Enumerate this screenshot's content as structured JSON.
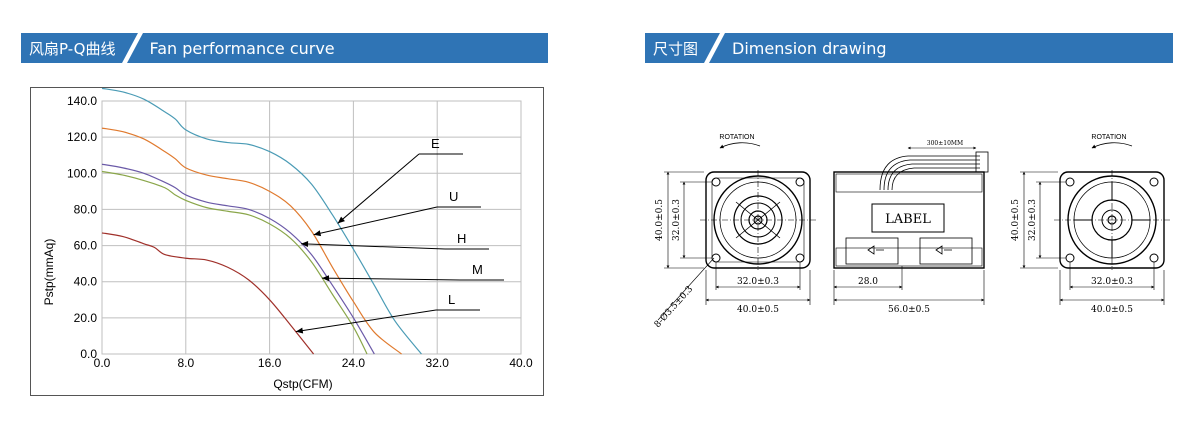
{
  "left_header": {
    "zh": "风扇P-Q曲线",
    "en": "Fan performance curve"
  },
  "right_header": {
    "zh": "尺寸图",
    "en": "Dimension drawing"
  },
  "chart_data": {
    "type": "line",
    "xlabel": "Qstp(CFM)",
    "ylabel": "Pstp(mmAq)",
    "xlim": [
      0,
      40
    ],
    "ylim": [
      0,
      140
    ],
    "xticks": [
      "0.0",
      "8.0",
      "16.0",
      "24.0",
      "32.0",
      "40.0"
    ],
    "yticks": [
      "0.0",
      "20.0",
      "40.0",
      "60.0",
      "80.0",
      "100.0",
      "120.0",
      "140.0"
    ],
    "grid": true,
    "series": [
      {
        "name": "E",
        "color": "#4a9bb5",
        "x": [
          0,
          2,
          4,
          6,
          7,
          8,
          10,
          12,
          14,
          16,
          18,
          20,
          22,
          24,
          26,
          28,
          30.5
        ],
        "y": [
          147,
          145,
          141,
          134,
          130,
          124,
          119,
          117,
          116,
          112,
          105,
          94,
          77,
          58,
          38,
          18,
          0
        ]
      },
      {
        "name": "U",
        "color": "#e07a2e",
        "x": [
          0,
          2,
          4,
          6,
          7,
          8,
          10,
          12,
          14,
          16,
          18,
          20,
          22,
          24,
          26,
          28.6
        ],
        "y": [
          125,
          123,
          119,
          112,
          108,
          103,
          99,
          97,
          95,
          90,
          82,
          68,
          48,
          29,
          12,
          0
        ]
      },
      {
        "name": "H",
        "color": "#6b5aa8",
        "x": [
          0,
          2,
          4,
          6,
          7,
          8,
          10,
          12,
          14,
          16,
          18,
          20,
          22,
          24,
          26
        ],
        "y": [
          105,
          103,
          100,
          95,
          92,
          88,
          84,
          82,
          80,
          75,
          67,
          55,
          38,
          20,
          0
        ]
      },
      {
        "name": "M",
        "color": "#8aa64a",
        "x": [
          0,
          2,
          4,
          6,
          7,
          8,
          10,
          12,
          14,
          16,
          18,
          20,
          22,
          24,
          25.3
        ],
        "y": [
          101,
          99,
          96,
          92,
          88,
          85,
          81,
          79,
          77,
          72,
          64,
          51,
          33,
          15,
          0
        ]
      },
      {
        "name": "L",
        "color": "#a0302a",
        "x": [
          0,
          2,
          4,
          5,
          6,
          8,
          10,
          12,
          14,
          16,
          18,
          20.2
        ],
        "y": [
          67,
          65,
          61,
          59,
          55,
          53,
          52,
          48,
          41,
          30,
          16,
          0
        ]
      }
    ]
  },
  "drawing": {
    "rotation_label": "ROTATION",
    "dim_40": "40.0±0.5",
    "dim_32": "32.0±0.3",
    "dim_56": "56.0±0.5",
    "dim_28": "28.0",
    "dim_300": "300±10MM",
    "hole_dim": "8-Ø3.5±0.3",
    "label_text": "LABEL"
  }
}
